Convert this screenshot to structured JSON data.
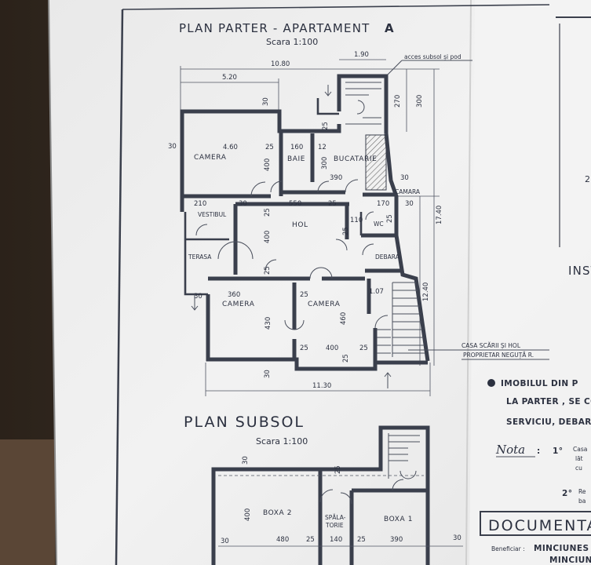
{
  "ground_floor": {
    "title_prefix": "PLAN PARTER - APARTAMENT",
    "title_letter": "A",
    "scale": "Scara 1:100",
    "annotation_basement_access": "acces subsol și pod",
    "total_width": "10.80",
    "left_width": "5.20",
    "stair_width": "1.90",
    "bottom_total": "11.30",
    "right_depth": "17.40",
    "right_depth_2": "12.40",
    "right_300": "300",
    "stair_270": "270",
    "rooms": {
      "camera_nw": "CAMERA",
      "baie": "BAIE",
      "bucatarie": "BUCATARIE",
      "camara": "CAMARA",
      "vestibul": "VESTIBUL",
      "hol": "HOL",
      "wc": "WC",
      "terasa": "TERASA",
      "debara": "DEBARA",
      "camera_sw": "CAMERA",
      "camera_s": "CAMERA"
    },
    "dims": {
      "d460": "4.60",
      "d160": "160",
      "d390": "390",
      "d170": "170",
      "d550": "550",
      "d210": "210",
      "d110": "110",
      "d400_a": "400",
      "d400_b": "400",
      "d400_c": "400",
      "d300": "300",
      "d360": "360",
      "d430": "430",
      "d460b": "460",
      "d107": "1.07",
      "d30_a": "30",
      "d30_b": "30",
      "d30_c": "30",
      "d30_d": "30",
      "d30_e": "30",
      "d30_f": "30",
      "d25_a": "25",
      "d25_b": "25",
      "d25_c": "25",
      "d25_d": "25",
      "d25_e": "25",
      "d25_f": "25",
      "d25_g": "25",
      "d25_h": "25",
      "d25_i": "25",
      "d25_j": "25",
      "d25_k": "25",
      "d12": "12",
      "d30_g": "30"
    },
    "stair_label_1": "CASA SCĂRII ȘI HOL",
    "stair_label_2": "PROPRIETAR NEGUȚĂ R."
  },
  "basement": {
    "title": "PLAN SUBSOL",
    "scale": "Scara 1:100",
    "rooms": {
      "boxa2": "BOXA 2",
      "spalatorie_1": "SPĂLA-",
      "spalatorie_2": "TORIE",
      "boxa1": "BOXA 1"
    },
    "dims": {
      "d480": "480",
      "d140": "140",
      "d390": "390",
      "d400": "400",
      "d30_a": "30",
      "d30_b": "30",
      "d30_c": "30",
      "d25_a": "25",
      "d25_b": "25",
      "d25_c": "25"
    }
  },
  "right_panel": {
    "inst_fragment": "INST",
    "frag_2": "2",
    "bullet_line_1": "IMOBILUL DIN P",
    "bullet_line_2": "LA PARTER , SE COM",
    "bullet_line_3": "SERVICIU, DEBARA, H",
    "nota_label": "Nota",
    "nota_1": "1°",
    "nota_1_text_a": "Casa",
    "nota_1_text_b": "lăt",
    "nota_1_text_c": "cu",
    "nota_2": "2°",
    "nota_2_text_a": "Re",
    "nota_2_text_b": "ba",
    "doc_title": "DOCUMENTATIE",
    "beneficiar_label": "Beneficiar :",
    "beneficiar_1": "MINCIUNES",
    "beneficiar_2": "MINCIUNES"
  },
  "colors": {
    "paper": "#efefef",
    "paper_right": "#f4f4f4",
    "ink": "#2c3140",
    "background": "#2a241c"
  }
}
